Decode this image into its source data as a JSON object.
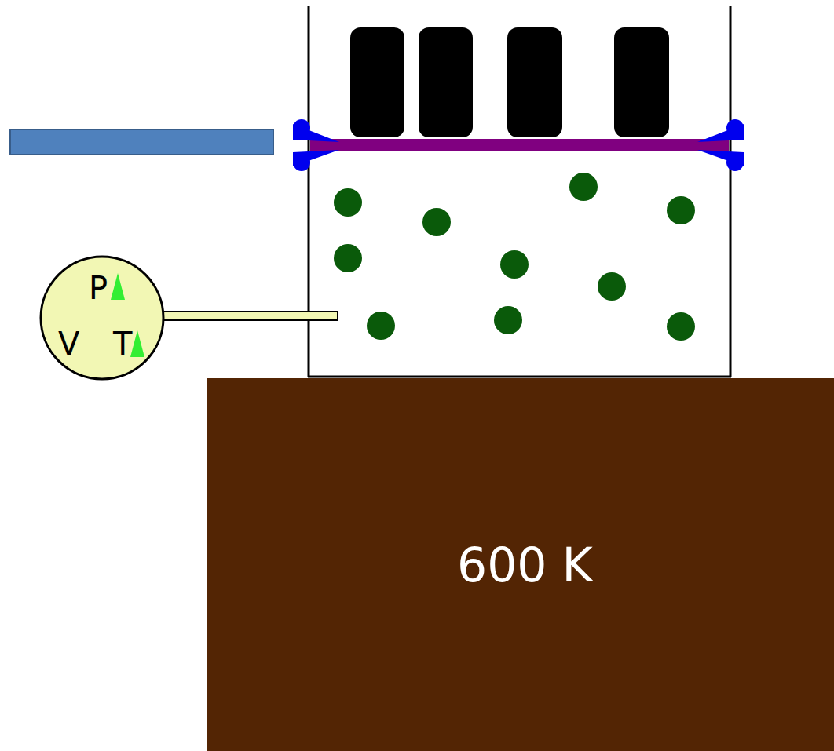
{
  "diagram": {
    "nodes": [
      {
        "text": [
          "P",
          "V",
          "T"
        ]
      },
      {
        "text": [
          "600 K"
        ]
      }
    ]
  }
}
